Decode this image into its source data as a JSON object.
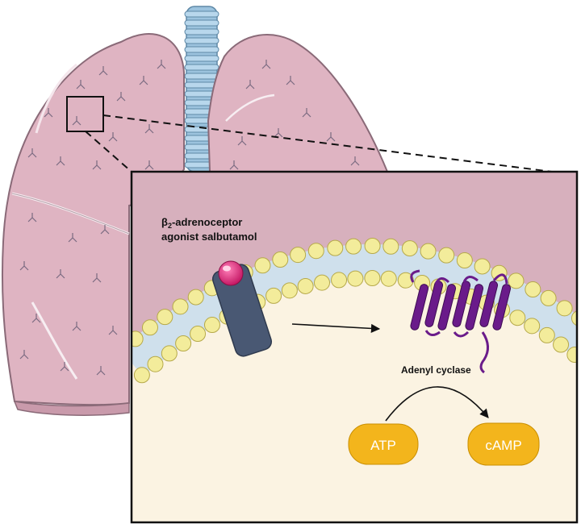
{
  "labels": {
    "agonist_beta": "β",
    "agonist_sub": "2",
    "agonist_line1_rest": "-adrenoceptor",
    "agonist_line2": "agonist salbutamol",
    "enzyme": "Adenyl cyclase",
    "substrate": "ATP",
    "product": "cAMP"
  },
  "colors": {
    "lung_fill": "#dfb4c2",
    "lung_stroke": "#8a6a78",
    "lung_dark": "#c99aab",
    "trachea": "#9cc3de",
    "extracellular": "#d7b0bd",
    "cytoplasm": "#fbf3e2",
    "lipid_head": "#f3ec9b",
    "lipid_tail": "#cfe0ec",
    "receptor_drug": "#d81b72",
    "receptor_body": "#495873",
    "enzyme": "#6a1b8a",
    "pill": "#f3b51c"
  },
  "icons": {
    "drug": "salbutamol-molecule-icon",
    "receptor": "beta2-receptor-icon",
    "enzyme": "adenyl-cyclase-icon"
  }
}
